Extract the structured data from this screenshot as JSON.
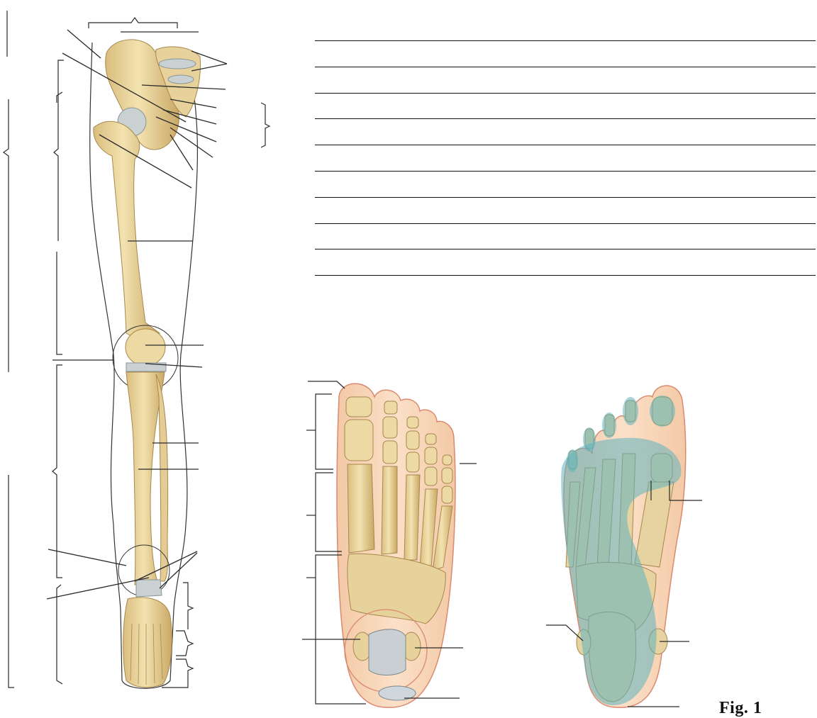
{
  "figure": {
    "caption": "Fig. 1",
    "answer_lines": 10,
    "colors": {
      "bone": "#ecd9a3",
      "bone_shade": "#d4b878",
      "bone_outline": "#a8884c",
      "cartilage": "#c9d1d3",
      "skin": "#f6d2b4",
      "skin_outline": "#d98a70",
      "highlight_region": "#5fb3bd",
      "label_line": "#2a2a2a"
    },
    "icons": [
      "leg-skeleton-illustration",
      "foot-dorsal-illustration",
      "foot-plantar-illustration"
    ]
  }
}
